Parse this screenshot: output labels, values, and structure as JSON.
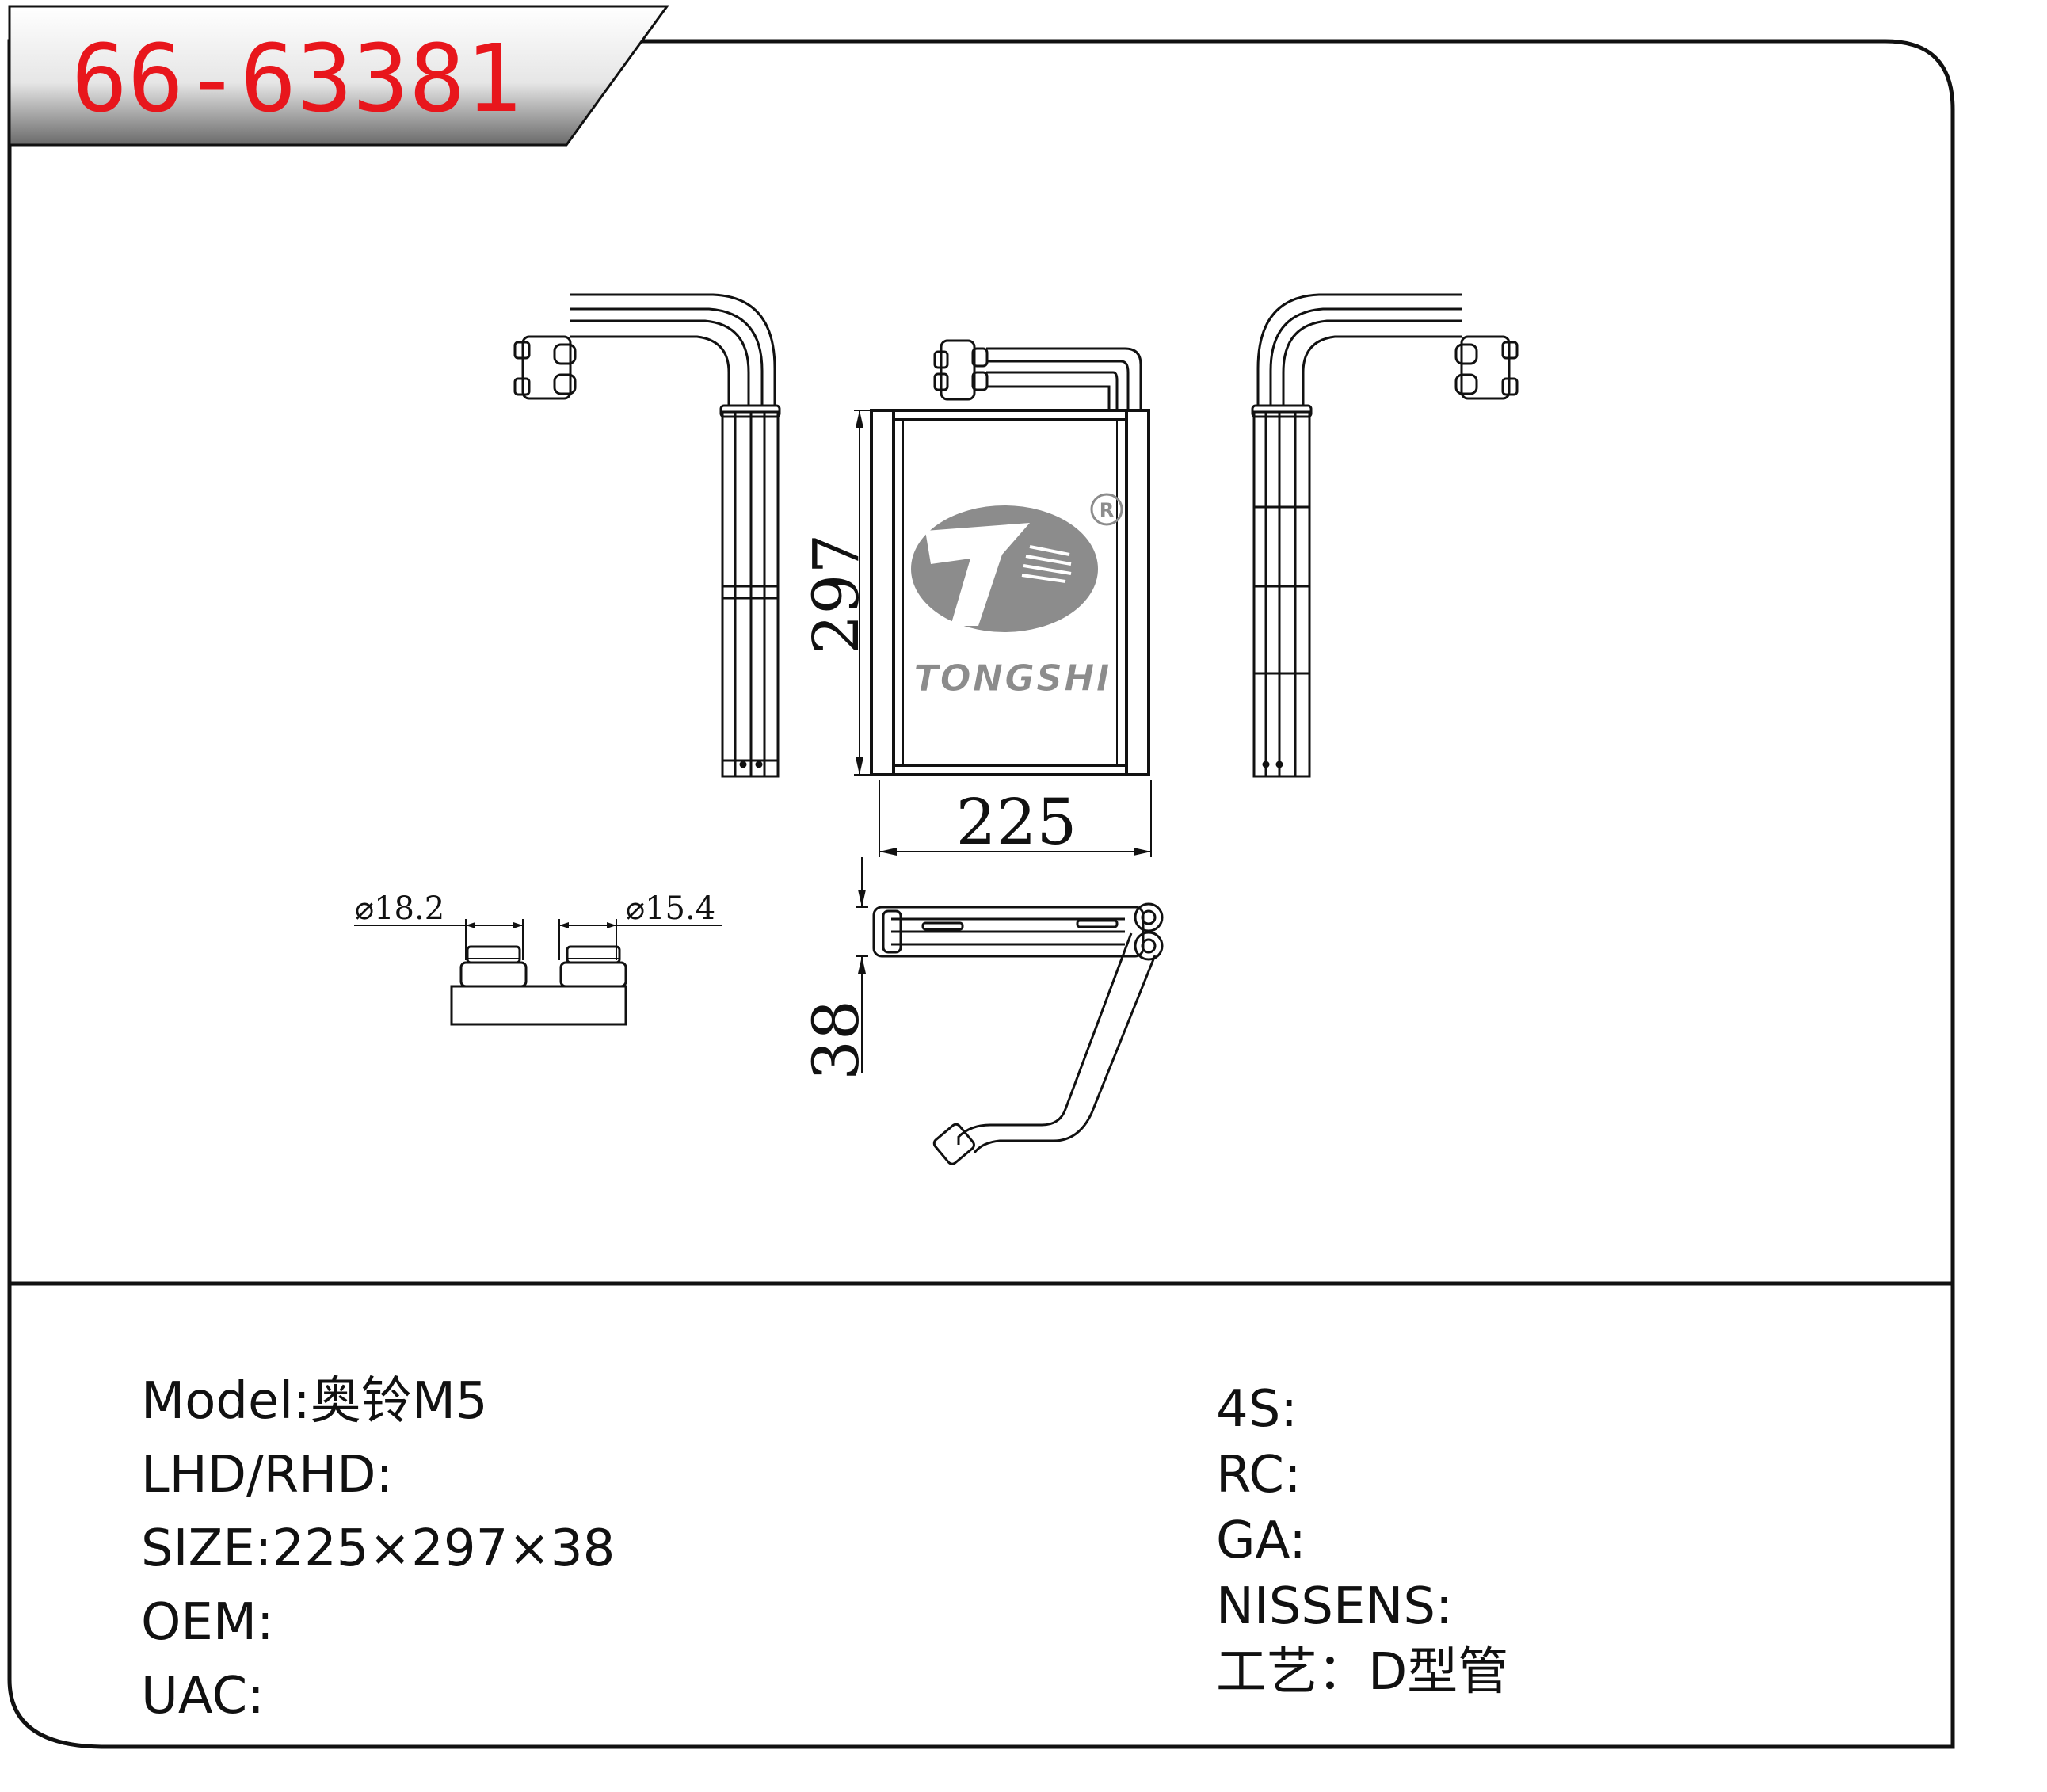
{
  "part_number": "66-63381",
  "logo": {
    "brand": "TONGSHI",
    "registered_mark": "R"
  },
  "dimensions": {
    "height": "297",
    "width": "225",
    "depth": "38",
    "pipe_dia_1": "⌀18.2",
    "pipe_dia_2": "⌀15.4"
  },
  "specs_left": [
    {
      "label": "Model",
      "sep": ":",
      "value": "奥铃M5"
    },
    {
      "label": "LHD/RHD",
      "sep": ":",
      "value": ""
    },
    {
      "label": "SIZE",
      "sep": ":",
      "value": "225×297×38"
    },
    {
      "label": "OEM",
      "sep": ":",
      "value": ""
    },
    {
      "label": "UAC",
      "sep": ":",
      "value": ""
    }
  ],
  "specs_right": [
    {
      "label": "4S",
      "sep": ":",
      "value": ""
    },
    {
      "label": "RC",
      "sep": ":",
      "value": ""
    },
    {
      "label": "GA",
      "sep": ":",
      "value": ""
    },
    {
      "label": "NISSENS",
      "sep": ":",
      "value": ""
    },
    {
      "label": "工艺",
      "sep": "：",
      "value": "D型管"
    }
  ],
  "colors": {
    "part_number_text": "#e8161c",
    "line": "#111111",
    "logo_gray": "#8c8c8c"
  }
}
